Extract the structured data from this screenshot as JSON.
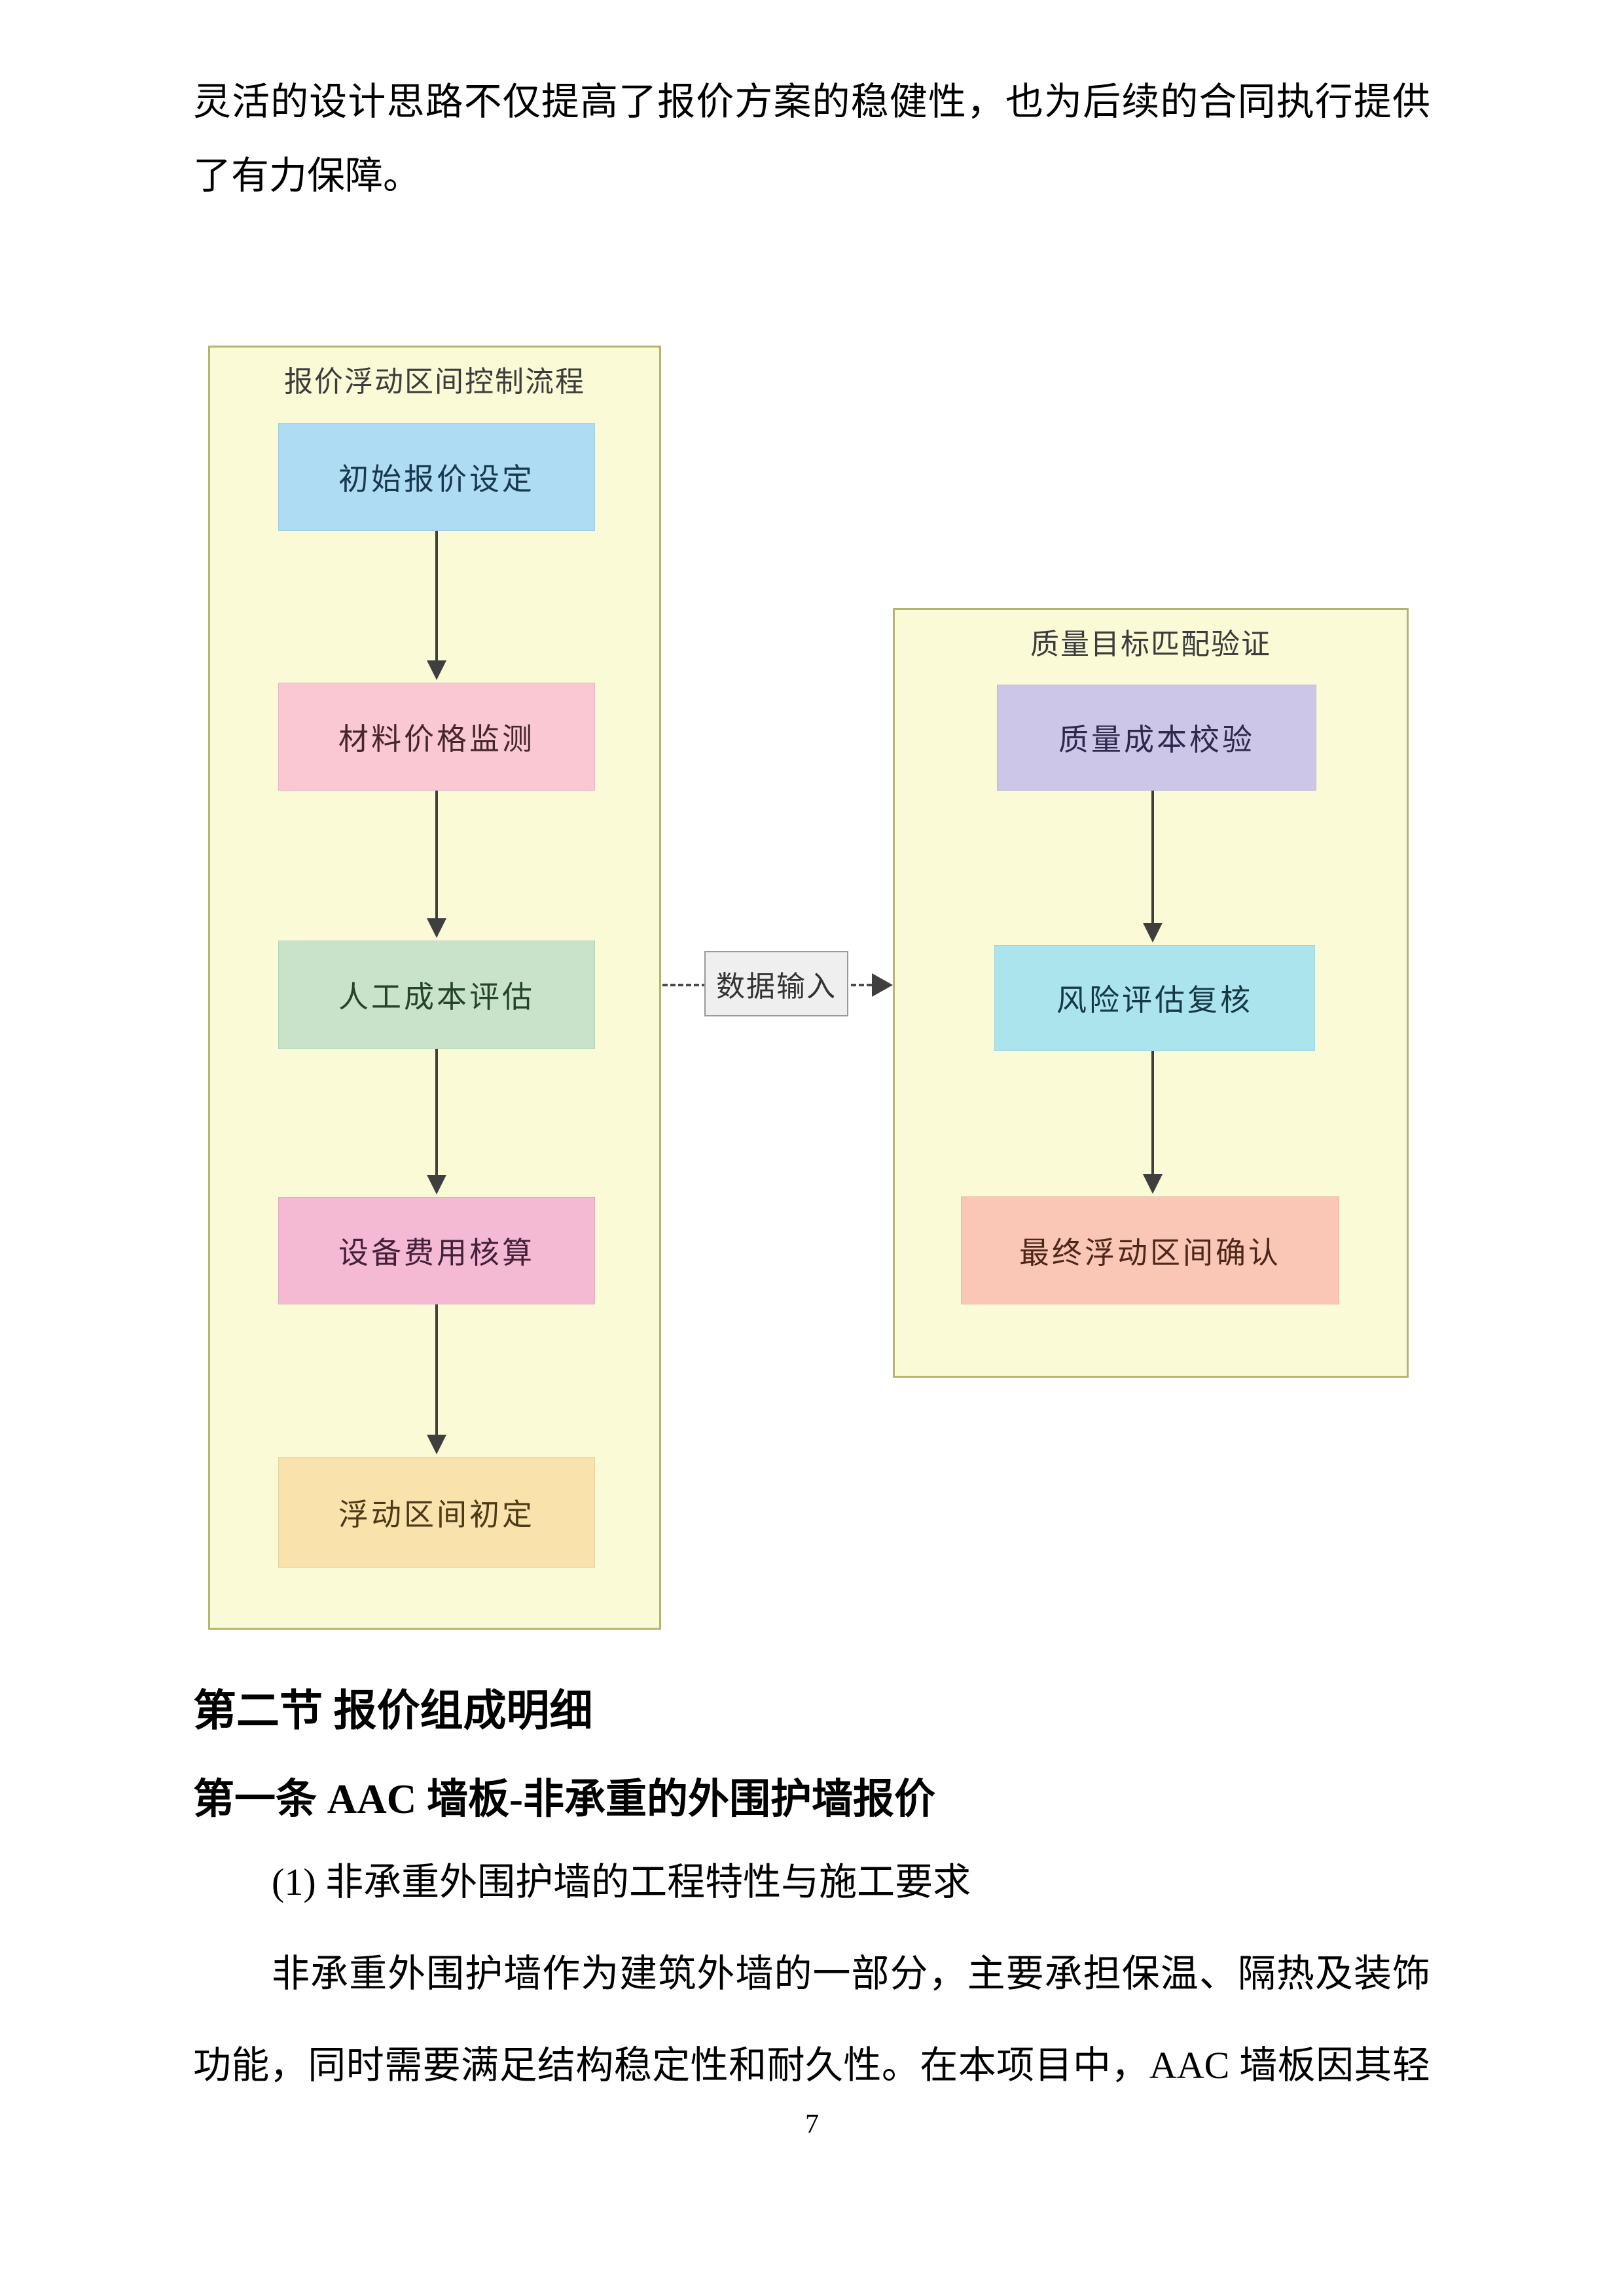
{
  "document": {
    "intro_paragraph": {
      "line1": "灵活的设计思路不仅提高了报价方案的稳健性，也为后续的合同执行提供",
      "line2": "了有力保障。"
    },
    "section_heading": "第二节 报价组成明细",
    "clause_heading": "第一条 AAC 墙板-非承重的外围护墙报价",
    "item_heading": "(1) 非承重外围护墙的工程特性与施工要求",
    "body_paragraph": {
      "line1": "非承重外围护墙作为建筑外墙的一部分，主要承担保温、隔热及装饰",
      "line2": "功能，同时需要满足结构稳定性和耐久性。在本项目中，AAC 墙板因其轻"
    },
    "page_number": "7"
  },
  "flowchart": {
    "container_fill": "#fafad6",
    "container_border": "#b4b472",
    "left_group": {
      "title": "报价浮动区间控制流程",
      "nodes": [
        {
          "label": "初始报价设定",
          "fill": "#aedcf2",
          "text_color": "#17384f"
        },
        {
          "label": "材料价格监测",
          "fill": "#f9c8d2",
          "text_color": "#46262c"
        },
        {
          "label": "人工成本评估",
          "fill": "#c8e3ca",
          "text_color": "#25442b"
        },
        {
          "label": "设备费用核算",
          "fill": "#f5bad3",
          "text_color": "#44213a"
        },
        {
          "label": "浮动区间初定",
          "fill": "#fae2ad",
          "text_color": "#4c3a17"
        }
      ]
    },
    "connector": {
      "label": "数据输入"
    },
    "right_group": {
      "title": "质量目标匹配验证",
      "nodes": [
        {
          "label": "质量成本校验",
          "fill": "#ccc6e9",
          "text_color": "#2e2a4d"
        },
        {
          "label": "风险评估复核",
          "fill": "#ace4ee",
          "text_color": "#153a44"
        },
        {
          "label": "最终浮动区间确认",
          "fill": "#fac6b5",
          "text_color": "#4c271a"
        }
      ]
    }
  }
}
